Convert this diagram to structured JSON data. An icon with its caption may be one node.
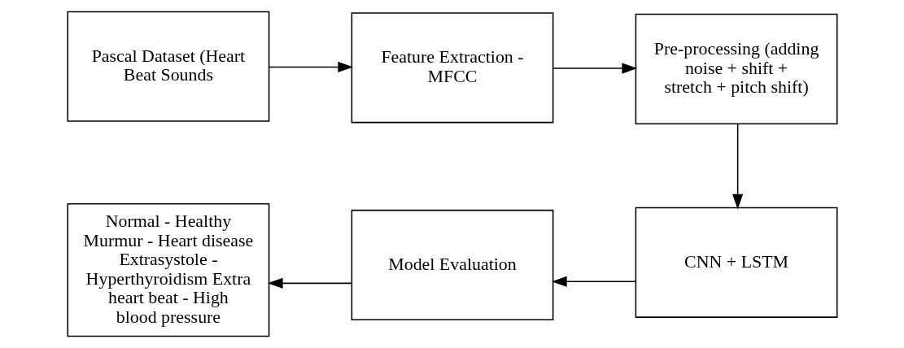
{
  "diagram": {
    "nodes": [
      {
        "text": [
          "Pascal Dataset (Heart Beat Sounds"
        ]
      },
      {
        "text": [
          "Feature Extraction - MFCC"
        ]
      },
      {
        "text": [
          "Pre-processing (adding noise + shift + stretch + pitch shift)"
        ]
      },
      {
        "text": [
          "CNN + LSTM"
        ]
      },
      {
        "text": [
          "Model Evaluation"
        ]
      },
      {
        "text": [
          "Normal - Healthy Murmur - Heart disease Extrasystole - Hyperthyroidism Extra heart beat - High blood pressure"
        ]
      }
    ],
    "edges": [
      {
        "from": 0,
        "to": 1,
        "arrow": "to"
      },
      {
        "from": 1,
        "to": 2,
        "arrow": "to"
      },
      {
        "from": 2,
        "to": 3,
        "arrow": "to"
      },
      {
        "from": 3,
        "to": 4,
        "arrow": "to"
      },
      {
        "from": 4,
        "to": 5,
        "arrow": "to"
      }
    ]
  }
}
